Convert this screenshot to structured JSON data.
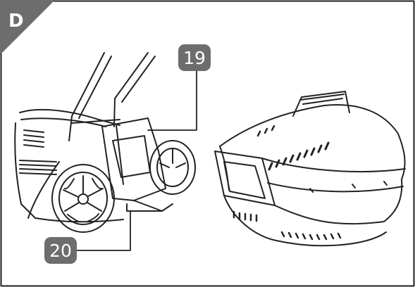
{
  "panel": {
    "letter": "D"
  },
  "callouts": {
    "part_19": "19",
    "part_20": "20"
  },
  "colors": {
    "stroke": "#222222",
    "badge": "#6d6d6d",
    "badge_text": "#ffffff",
    "background": "#ffffff"
  }
}
